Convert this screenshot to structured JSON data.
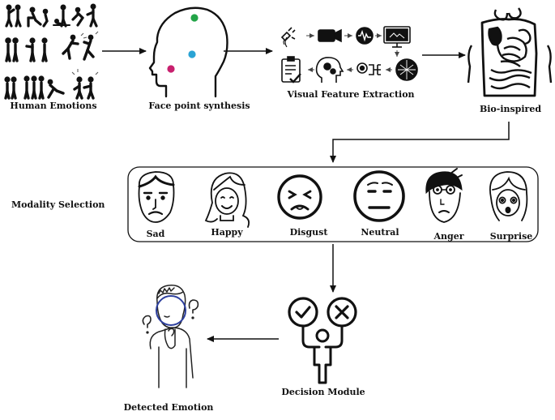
{
  "stages": {
    "human_emotions": "Human Emotions",
    "face_point_synthesis": "Face point synthesis",
    "visual_feature_extraction": "Visual Feature Extraction",
    "bio_inspired": "Bio-inspired",
    "modality_selection": "Modality Selection",
    "decision_module": "Decision Module",
    "detected_emotion": "Detected Emotion"
  },
  "emotions": {
    "sad": "Sad",
    "happy": "Happy",
    "disgust": "Disgust",
    "neutral": "Neutral",
    "anger": "Anger",
    "surprise": "Surprise"
  },
  "colors": {
    "face_point_green": "#22a447",
    "face_point_blue": "#2aa3d4",
    "face_point_magenta": "#c8206e",
    "focus_circle": "#2d3f9e",
    "ink": "#111111"
  }
}
